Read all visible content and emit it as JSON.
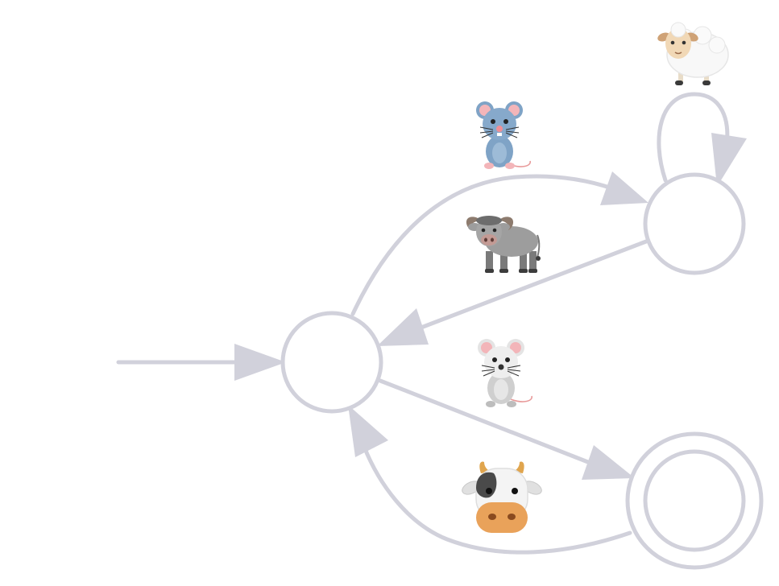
{
  "diagram": {
    "type": "finite-state-automaton",
    "colors": {
      "line": "#d1d1db",
      "background": "#ffffff"
    },
    "states": [
      {
        "id": "start",
        "accepting": false,
        "initial": true
      },
      {
        "id": "upper",
        "accepting": false,
        "initial": false
      },
      {
        "id": "final",
        "accepting": true,
        "initial": false
      }
    ],
    "transitions": [
      {
        "from": "upper",
        "to": "upper",
        "label_icon": "sheep-icon"
      },
      {
        "from": "start",
        "to": "upper",
        "label_icon": "mouse-icon"
      },
      {
        "from": "upper",
        "to": "start",
        "label_icon": "water-buffalo-icon"
      },
      {
        "from": "start",
        "to": "final",
        "label_icon": "rat-icon"
      },
      {
        "from": "final",
        "to": "start",
        "label_icon": "cow-face-icon"
      }
    ]
  }
}
